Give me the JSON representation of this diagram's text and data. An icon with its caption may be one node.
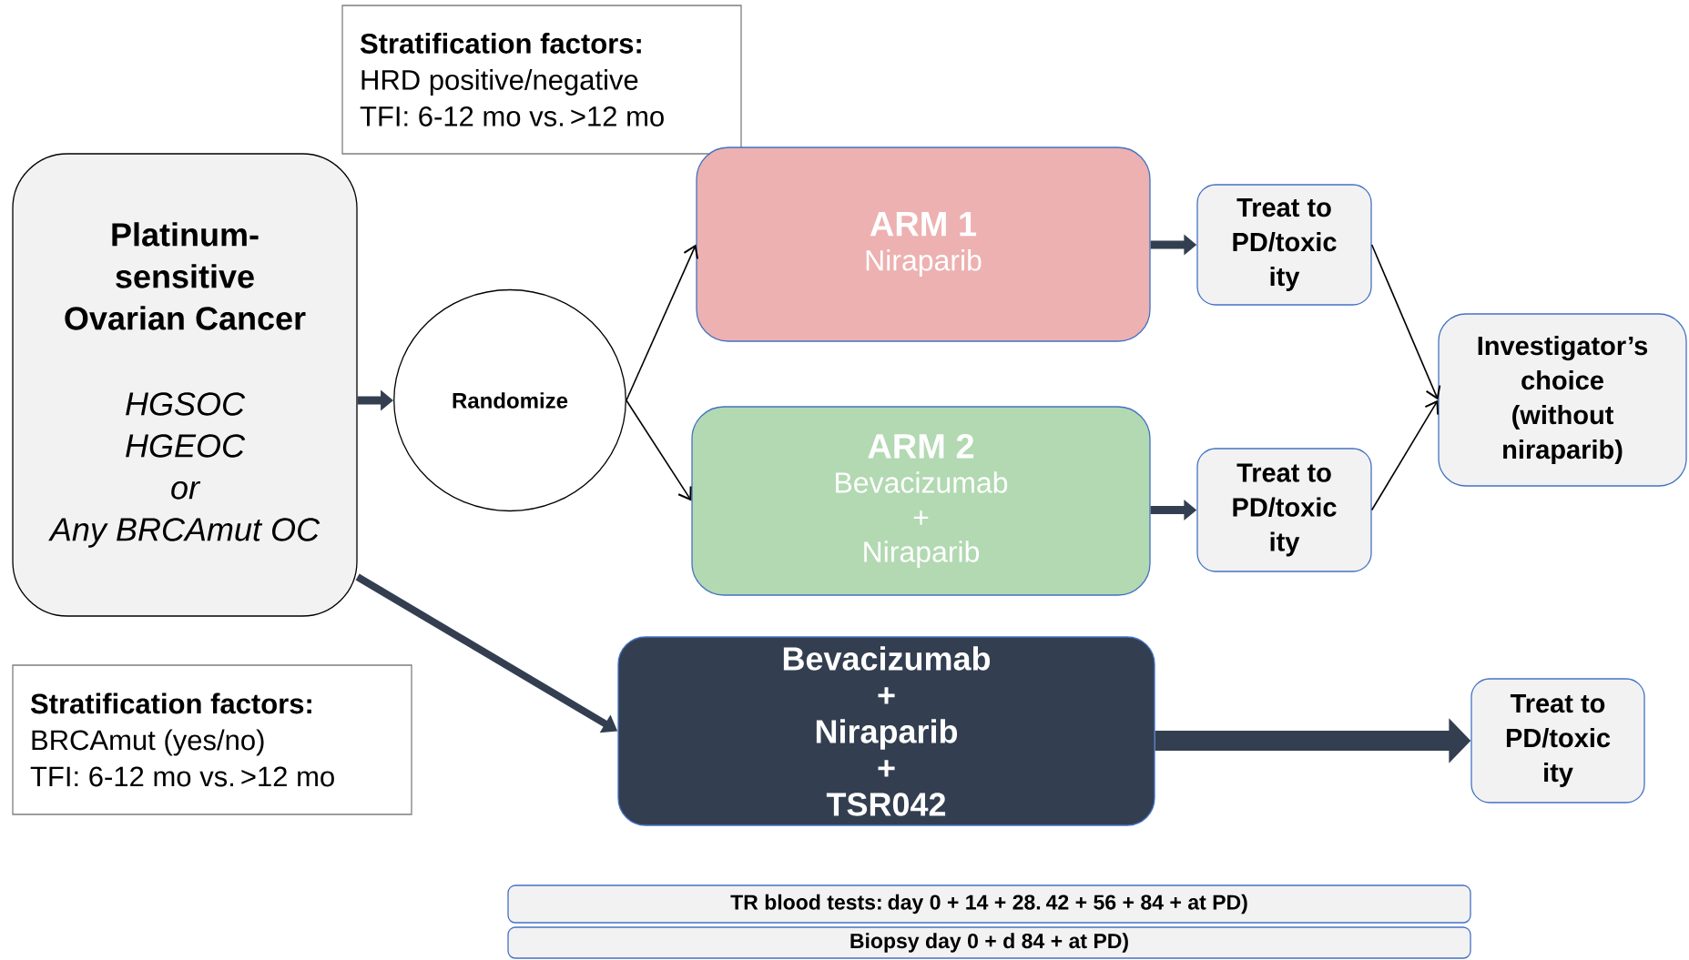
{
  "diagram": {
    "nodes": [
      {
        "text": [
          "Stratification factors:",
          "HRD positive/negative",
          "TFI: 6-12 mo vs. >12 mo"
        ]
      },
      {
        "text": [
          "Platinum-sensitive Ovarian Cancer",
          "HGSOC",
          "HGEOC",
          "or",
          "Any BRCAmut OC"
        ]
      },
      {
        "text": [
          "Randomize"
        ]
      },
      {
        "text": [
          "ARM 1",
          "Niraparib"
        ]
      },
      {
        "text": [
          "ARM 2",
          "Bevacizumab",
          "+",
          "Niraparib"
        ]
      },
      {
        "text": [
          "Treat to PD/toxic ity"
        ]
      },
      {
        "text": [
          "Treat to PD/toxic ity"
        ]
      },
      {
        "text": [
          "Investigator’s choice (without niraparib)"
        ]
      },
      {
        "text": [
          "Bevacizumab",
          "+",
          "Niraparib",
          "+",
          "TSR042"
        ]
      },
      {
        "text": [
          "Treat to PD/toxic ity"
        ]
      },
      {
        "text": [
          "Stratification factors:",
          "BRCAmut (yes/no)",
          "TFI: 6-12 mo vs. >12 mo"
        ]
      },
      {
        "text": [
          "TR blood tests: day 0 + 14 + 28. 42 + 56 + 84 + at PD)"
        ]
      },
      {
        "text": [
          "Biopsy day 0 + d 84 + at PD)"
        ]
      }
    ],
    "edges": [
      {
        "from": 1,
        "to": 2,
        "arrow": "to"
      },
      {
        "from": 2,
        "to": 3,
        "arrow": "to",
        "color": "#000000"
      },
      {
        "from": 2,
        "to": 4,
        "arrow": "to",
        "color": "#000000"
      },
      {
        "from": 3,
        "to": 5,
        "arrow": "to"
      },
      {
        "from": 4,
        "to": 6,
        "arrow": "to"
      },
      {
        "from": 5,
        "to": 7,
        "arrow": "to",
        "color": "#000000"
      },
      {
        "from": 6,
        "to": 7,
        "arrow": "to",
        "color": "#000000"
      },
      {
        "from": 1,
        "to": 8,
        "arrow": "to"
      },
      {
        "from": 8,
        "to": 9,
        "arrow": "to",
        "style": "thick"
      }
    ]
  }
}
